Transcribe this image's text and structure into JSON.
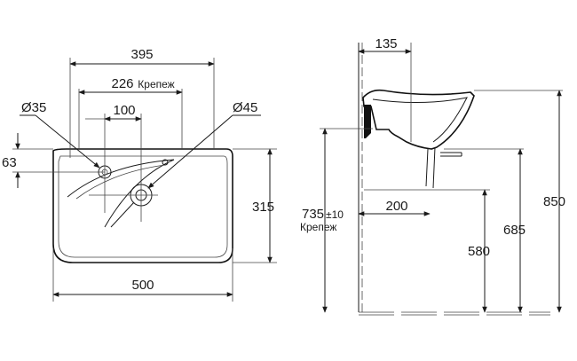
{
  "dimensions": {
    "width_395": "395",
    "mount_226": "226",
    "mount_label": "Крепеж",
    "hole_100": "100",
    "dia_35": "Ø35",
    "dia_45": "Ø45",
    "offset_63": "63",
    "depth_315": "315",
    "width_500": "500",
    "side_135": "135",
    "mount_735": "735",
    "tolerance_10": "±10",
    "mount_label_side": "Крепеж",
    "dist_200": "200",
    "h_580": "580",
    "h_685": "685",
    "h_850": "850"
  }
}
